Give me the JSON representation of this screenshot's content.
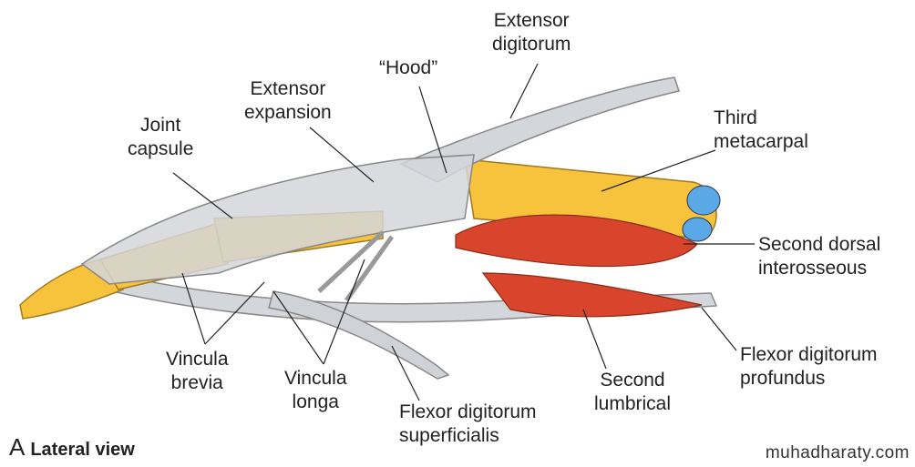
{
  "figure": {
    "panel_letter": "A",
    "caption": "Lateral view",
    "watermark": "muhadharaty.com"
  },
  "labels": {
    "extensor_digitorum": [
      "Extensor",
      "digitorum"
    ],
    "hood": "“Hood”",
    "extensor_expansion": [
      "Extensor",
      "expansion"
    ],
    "joint_capsule": [
      "Joint",
      "capsule"
    ],
    "third_metacarpal": [
      "Third",
      "metacarpal"
    ],
    "second_dorsal_interosseous": [
      "Second dorsal",
      "interosseous"
    ],
    "flexor_digitorum_profundus": [
      "Flexor digitorum",
      "profundus"
    ],
    "second_lumbrical": [
      "Second",
      "lumbrical"
    ],
    "flexor_digitorum_superficialis": [
      "Flexor digitorum",
      "superficialis"
    ],
    "vincula_longa": [
      "Vincula",
      "longa"
    ],
    "vincula_brevia": [
      "Vincula",
      "brevia"
    ]
  },
  "colors": {
    "bone": "#f7c33c",
    "tendon": "#d3d6da",
    "muscle": "#d9452c",
    "cartilage": "#5aa8e6"
  }
}
